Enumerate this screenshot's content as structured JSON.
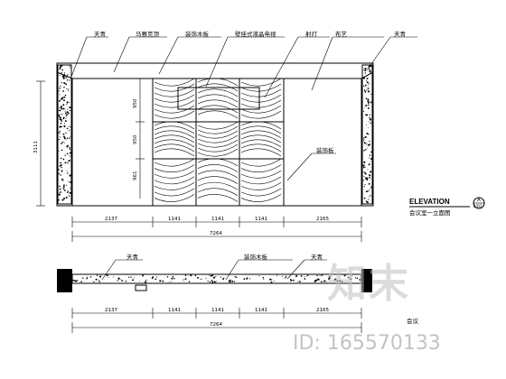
{
  "labels": {
    "top_left": "天青",
    "marble_top": "马赛克顶",
    "panel": "装饰木板",
    "tv": "壁挂式液晶电视",
    "light": "射灯",
    "fabric": "布艺",
    "top_right": "天青",
    "side_panel": "装饰板"
  },
  "plan_labels": {
    "left": "天青",
    "middle": "装饰木板",
    "right": "天青"
  },
  "dims": {
    "height_total": "3111",
    "segments": [
      "2137",
      "1141",
      "1141",
      "1141",
      "2165"
    ],
    "total": "7264",
    "vertical_right": [
      "950",
      "950",
      "961"
    ]
  },
  "plan_dims": {
    "segments": [
      "2137",
      "1141",
      "1141",
      "1141",
      "2165"
    ],
    "total": "7264"
  },
  "elevation": {
    "title": "ELEVATION",
    "subtitle": "会议室一立面图",
    "badge_top": "A",
    "badge_bottom": "2/D2"
  },
  "plan_partial_label": "会议",
  "watermark": {
    "logo": "知末",
    "id": "ID: 165570133"
  }
}
